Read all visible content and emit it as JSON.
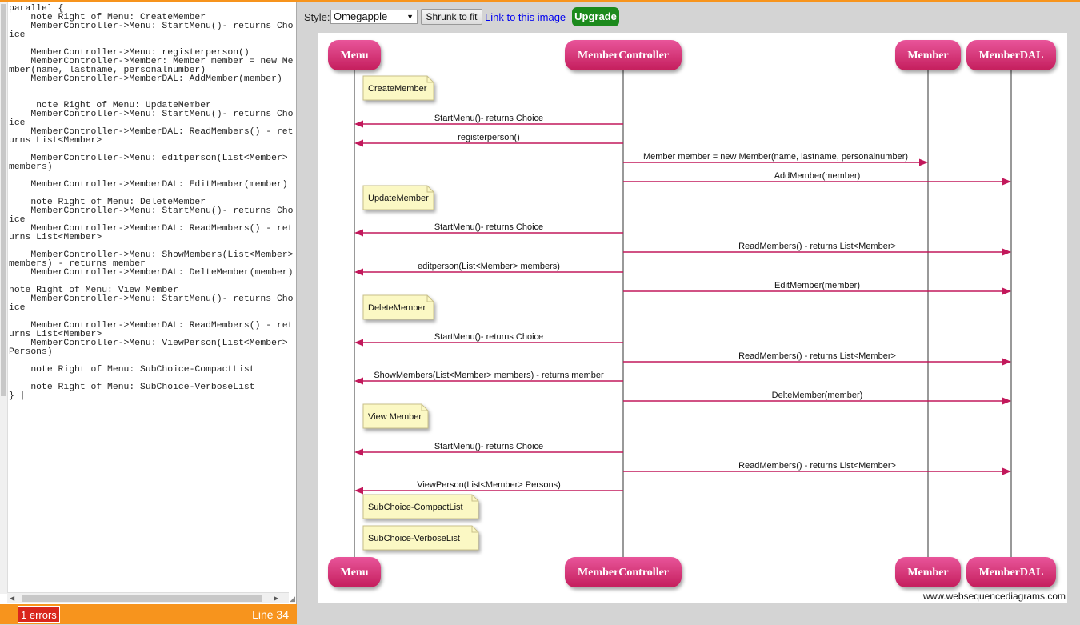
{
  "editor": {
    "code": "parallel {\n    note Right of Menu: CreateMember\n    MemberController->Menu: StartMenu()- returns Choice\n\n    MemberController->Menu: registerperson()\n    MemberController->Member: Member member = new Member(name, lastname, personalnumber)\n    MemberController->MemberDAL: AddMember(member)\n\n\n     note Right of Menu: UpdateMember\n    MemberController->Menu: StartMenu()- returns Choice\n    MemberController->MemberDAL: ReadMembers() - returns List<Member>\n\n    MemberController->Menu: editperson(List<Member> members)\n\n    MemberController->MemberDAL: EditMember(member)\n\n    note Right of Menu: DeleteMember\n    MemberController->Menu: StartMenu()- returns Choice\n    MemberController->MemberDAL: ReadMembers() - returns List<Member>\n\n    MemberController->Menu: ShowMembers(List<Member> members) - returns member\n    MemberController->MemberDAL: DelteMember(member)\n\nnote Right of Menu: View Member\n    MemberController->Menu: StartMenu()- returns Choice\n\n    MemberController->MemberDAL: ReadMembers() - returns List<Member>\n    MemberController->Menu: ViewPerson(List<Member> Persons)\n\n    note Right of Menu: SubChoice-CompactList\n\n    note Right of Menu: SubChoice-VerboseList\n} |",
    "errors_label": "1 errors",
    "line_label": "Line 34"
  },
  "toolbar": {
    "style_label": "Style:",
    "style_value": "Omegapple",
    "shrink_label": "Shrunk to fit",
    "link_label": "Link to this image",
    "upgrade_label": "Upgrade"
  },
  "diagram": {
    "actors": [
      {
        "name": "Menu"
      },
      {
        "name": "MemberController"
      },
      {
        "name": "Member"
      },
      {
        "name": "MemberDAL"
      }
    ],
    "events": [
      {
        "kind": "note",
        "text": "CreateMember"
      },
      {
        "kind": "msg",
        "from": 1,
        "to": 0,
        "text": "StartMenu()- returns Choice"
      },
      {
        "kind": "msg",
        "from": 1,
        "to": 0,
        "text": "registerperson()"
      },
      {
        "kind": "msg",
        "from": 1,
        "to": 2,
        "text": "Member member = new Member(name, lastname, personalnumber)"
      },
      {
        "kind": "msg",
        "from": 1,
        "to": 3,
        "text": "AddMember(member)"
      },
      {
        "kind": "note",
        "text": "UpdateMember"
      },
      {
        "kind": "msg",
        "from": 1,
        "to": 0,
        "text": "StartMenu()- returns Choice"
      },
      {
        "kind": "msg",
        "from": 1,
        "to": 3,
        "text": "ReadMembers() - returns List<Member>"
      },
      {
        "kind": "msg",
        "from": 1,
        "to": 0,
        "text": "editperson(List<Member> members)"
      },
      {
        "kind": "msg",
        "from": 1,
        "to": 3,
        "text": "EditMember(member)"
      },
      {
        "kind": "note",
        "text": "DeleteMember"
      },
      {
        "kind": "msg",
        "from": 1,
        "to": 0,
        "text": "StartMenu()- returns Choice"
      },
      {
        "kind": "msg",
        "from": 1,
        "to": 3,
        "text": "ReadMembers() - returns List<Member>"
      },
      {
        "kind": "msg",
        "from": 1,
        "to": 0,
        "text": "ShowMembers(List<Member> members) - returns member"
      },
      {
        "kind": "msg",
        "from": 1,
        "to": 3,
        "text": "DelteMember(member)"
      },
      {
        "kind": "note",
        "text": "View Member"
      },
      {
        "kind": "msg",
        "from": 1,
        "to": 0,
        "text": "StartMenu()- returns Choice"
      },
      {
        "kind": "msg",
        "from": 1,
        "to": 3,
        "text": "ReadMembers() - returns List<Member>"
      },
      {
        "kind": "msg",
        "from": 1,
        "to": 0,
        "text": "ViewPerson(List<Member> Persons)"
      },
      {
        "kind": "note",
        "text": "SubChoice-CompactList"
      },
      {
        "kind": "note",
        "text": "SubChoice-VerboseList"
      }
    ],
    "watermark": "www.websequencediagrams.com"
  },
  "colors": {
    "accent_orange": "#f7941d",
    "actor_pink": "#d9306f",
    "arrow_magenta": "#c2185b",
    "note_yellow": "#fbf8c4",
    "upgrade_green": "#1c8a1c",
    "error_red": "#d9261c"
  }
}
